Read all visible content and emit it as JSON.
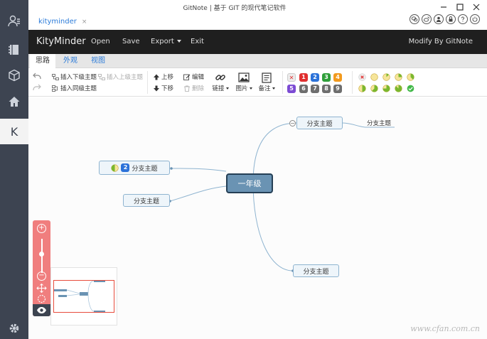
{
  "window": {
    "title": "GitNote | 基于 GIT 的现代笔记软件",
    "tab_label": "kityminder",
    "tab_close": "×"
  },
  "menubar": {
    "brand": "KityMinder",
    "items": [
      "Open",
      "Save",
      "Export",
      "Exit"
    ],
    "right_text": "Modify By GitNote"
  },
  "tabs": [
    "思路",
    "外观",
    "视图"
  ],
  "toolbar": {
    "insert_child": "插入下级主题",
    "insert_parent": "插入上级主题",
    "insert_sibling": "插入同级主题",
    "move_up": "上移",
    "move_down": "下移",
    "edit": "编辑",
    "delete": "删除",
    "link": "链接",
    "image": "图片",
    "note": "备注",
    "priority_labels": [
      "1",
      "2",
      "3",
      "4",
      "5",
      "6",
      "7",
      "8",
      "9"
    ],
    "priority_colors": [
      "#e02f2f",
      "#2b72d9",
      "#2f9f3a",
      "#f29a1e",
      "#7c4bd3",
      "#6e6e6e",
      "#6e6e6e",
      "#6e6e6e",
      "#6e6e6e"
    ]
  },
  "mindmap": {
    "root": "一年级",
    "branch_label": "分支主题",
    "sub_label": "分支主题",
    "priority_badge": "2"
  },
  "watermark": "www.cfan.com.cn",
  "sidebar": {
    "active_letter": "K"
  }
}
